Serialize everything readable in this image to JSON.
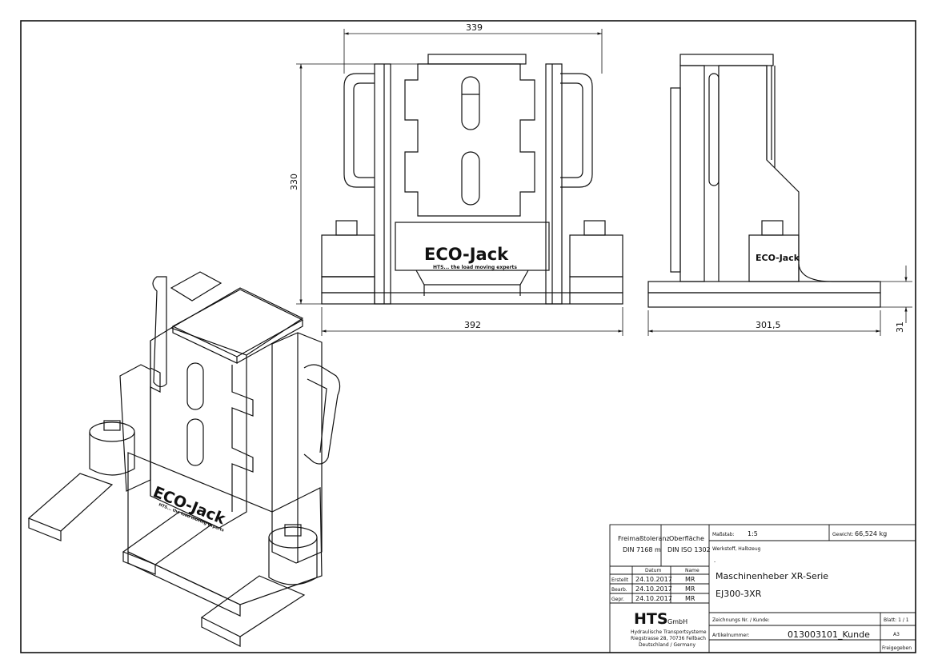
{
  "dimensions": {
    "front_width_top": "339",
    "front_height": "330",
    "front_width_bottom": "392",
    "side_width": "301,5",
    "side_height_small": "31"
  },
  "logo": {
    "brand": "ECO-Jack",
    "tagline": "HTS... the load moving experts"
  },
  "title_block": {
    "tolerance_label": "Freimaßtoleranz",
    "tolerance_value": "DIN 7168 m",
    "surface_label": "Oberfläche",
    "surface_value": "DIN ISO 1302",
    "col_date": "Datum",
    "col_name": "Name",
    "rows": [
      {
        "label": "Erstellt",
        "date": "24.10.2017",
        "name": "MR"
      },
      {
        "label": "Bearb.",
        "date": "24.10.2017",
        "name": "MR"
      },
      {
        "label": "Gepr.",
        "date": "24.10.2017",
        "name": "MR"
      }
    ],
    "company": "HTS",
    "company_suffix": "GmbH",
    "company_line1": "Hydraulische Transportsysteme",
    "company_line2": "Riegstrasse 28, 70736 Fellbach",
    "company_line3": "Deutschland / Germany",
    "scale_label": "Maßstab:",
    "scale_value": "1:5",
    "weight_label": "Gewicht:",
    "weight_value": "66,524 kg",
    "material_label": "Werkstoff, Halbzeug",
    "material_value": "-",
    "title_line1": "Maschinenheber XR-Serie",
    "title_line2": "EJ300-3XR",
    "drawing_no_label": "Zeichnungs Nr. / Kunde:",
    "sheet_label": "Blatt: 1 / 1",
    "article_label": "Artikelnummer:",
    "article_value": "013003101_Kunde",
    "format": "A3",
    "release": "Freigegeben"
  }
}
